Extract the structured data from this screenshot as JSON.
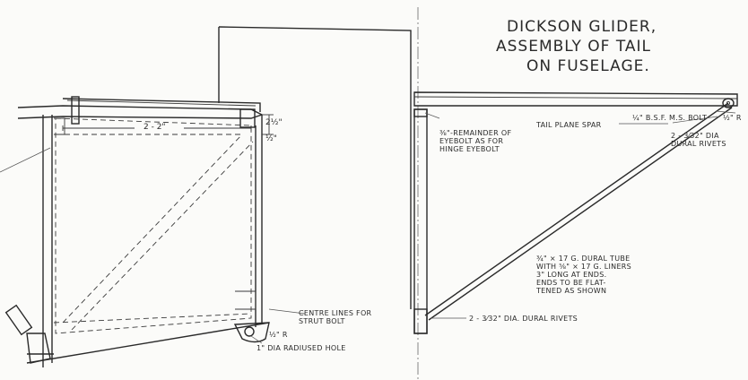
{
  "title": {
    "line1": "DICKSON GLIDER,",
    "line2": "ASSEMBLY OF TAIL",
    "line3": "ON FUSELAGE."
  },
  "left_view": {
    "dim_width": "2 - 2\"",
    "dim_gap": "2½\"",
    "radius_top": "½\"",
    "radius_bottom": "½\" R",
    "note_centre_lines": "CENTRE LINES FOR\nSTRUT BOLT",
    "note_hole": "1\" DIA  RADIUSED HOLE"
  },
  "right_view": {
    "note_eyebolt": "⅜\"-REMAINDER OF\nEYEBOLT AS FOR\nHINGE EYEBOLT",
    "note_spar": "TAIL PLANE SPAR",
    "note_bolt": "¼\" B.S.F. M.S. BOLT",
    "note_radius": "½\" R",
    "note_top_rivets": "2 - 3⁄32\" DIA\nDURAL RIVETS",
    "note_tube": "¾\" × 17 G. DURAL TUBE\nWITH ⅝\" × 17 G. LINERS\n3\" LONG AT ENDS.\nENDS TO BE FLAT-\nTENED AS SHOWN",
    "note_bottom_rivets": "2 - 3⁄32\" DIA. DURAL RIVETS"
  }
}
